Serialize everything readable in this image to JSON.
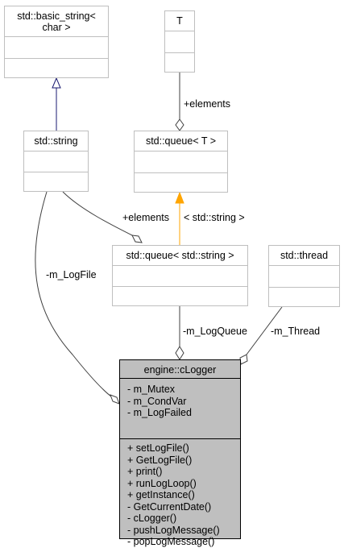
{
  "classes": {
    "basic_string": {
      "title_line1": "std::basic_string<",
      "title_line2": "char >"
    },
    "t": {
      "title": "T"
    },
    "string": {
      "title": "std::string"
    },
    "queue_t": {
      "title": "std::queue< T >"
    },
    "queue_string": {
      "title": "std::queue< std::string >"
    },
    "thread": {
      "title": "std::thread"
    },
    "clogger": {
      "title": "engine::cLogger",
      "attributes": [
        "- m_Mutex",
        "- m_CondVar",
        "- m_LogFailed"
      ],
      "operations": [
        "+ setLogFile()",
        "+ GetLogFile()",
        "+ print()",
        "+ runLogLoop()",
        "+ getInstance()",
        "- GetCurrentDate()",
        "- cLogger()",
        "- pushLogMessage()",
        "- popLogMessage()"
      ]
    }
  },
  "edges": {
    "t_elements": "+elements",
    "string_elements": "+elements",
    "template_arg": "< std::string >",
    "log_file": "-m_LogFile",
    "log_queue": "-m_LogQueue",
    "thread": "-m_Thread"
  },
  "colors": {
    "box_border": "#bfbfbf",
    "main_fill": "#bfbfbf",
    "inheritance_edge": "#191970",
    "template_edge": "#ffa500",
    "usage_edge": "#404040"
  }
}
